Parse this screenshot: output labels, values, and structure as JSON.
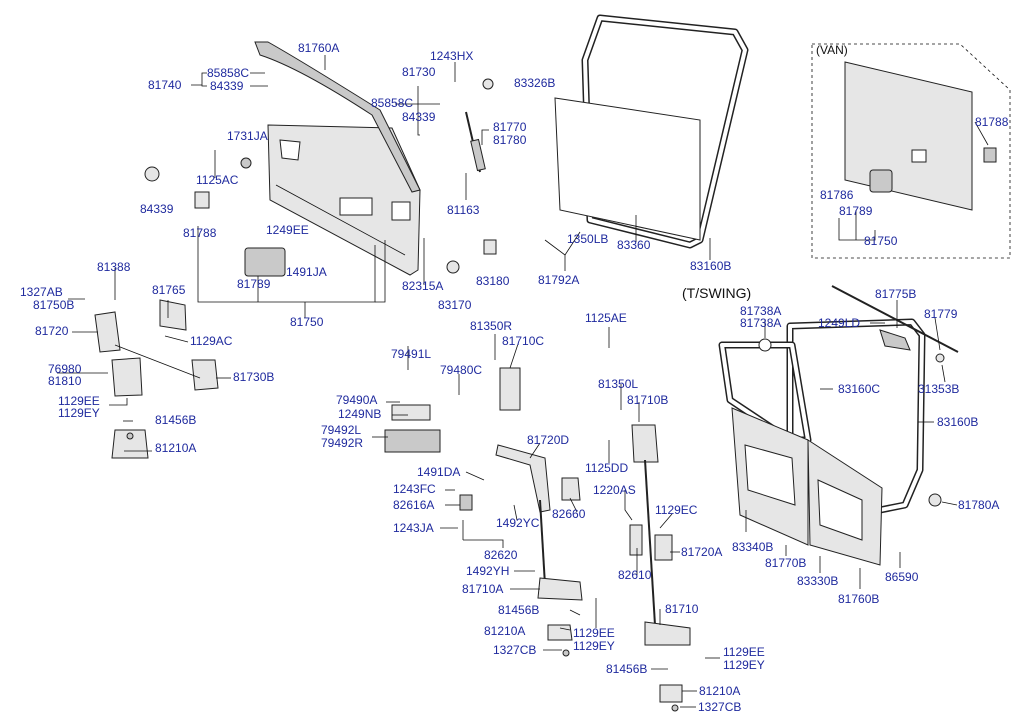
{
  "headers": {
    "van": "(VAN)",
    "tswing": "(T/SWING)"
  },
  "labels": {
    "l_81760A_top": "81760A",
    "l_85858C_a": "85858C",
    "l_84339_a": "84339",
    "l_81740": "81740",
    "l_1243HX": "1243HX",
    "l_81730_top": "81730",
    "l_83326B": "83326B",
    "l_85858C_b": "85858C",
    "l_84339_b": "84339",
    "l_1731JA": "1731JA",
    "l_81770": "81770",
    "l_81780": "81780",
    "l_1125AC": "1125AC",
    "l_84339_c": "84339",
    "l_81163": "81163",
    "l_81788_a": "81788",
    "l_1249EE": "1249EE",
    "l_1491JA": "1491JA",
    "l_82315A": "82315A",
    "l_83180": "83180",
    "l_81789_a": "81789",
    "l_83170": "83170",
    "l_81750_a": "81750",
    "l_1350LB": "1350LB",
    "l_83360": "83360",
    "l_81792A": "81792A",
    "l_83160B_a": "83160B",
    "l_81788_b": "81788",
    "l_81786": "81786",
    "l_81789_b": "81789",
    "l_81750_b": "81750",
    "l_81388": "81388",
    "l_1327AB": "1327AB",
    "l_81750B": "81750B",
    "l_81765": "81765",
    "l_81720": "81720",
    "l_1129AC": "1129AC",
    "l_76980": "76980",
    "l_81810": "81810",
    "l_81730B": "81730B",
    "l_1129EE_a": "1129EE",
    "l_1129EY_a": "1129EY",
    "l_81456B_a": "81456B",
    "l_81210A_a": "81210A",
    "l_79491L": "79491L",
    "l_81350R": "81350R",
    "l_81710C": "81710C",
    "l_79480C": "79480C",
    "l_79490A": "79490A",
    "l_1249NB": "1249NB",
    "l_79492L": "79492L",
    "l_79492R": "79492R",
    "l_1125AE": "1125AE",
    "l_81350L": "81350L",
    "l_81710B": "81710B",
    "l_81720D": "81720D",
    "l_1125DD": "1125DD",
    "l_1491DA": "1491DA",
    "l_1243FC": "1243FC",
    "l_82616A": "82616A",
    "l_1243JA": "1243JA",
    "l_82660": "82660",
    "l_1220AS": "1220AS",
    "l_1129EC": "1129EC",
    "l_1492YC": "1492YC",
    "l_82620": "82620",
    "l_81720A": "81720A",
    "l_82610": "82610",
    "l_1492YH": "1492YH",
    "l_81710A": "81710A",
    "l_81456B_b": "81456B",
    "l_81210A_b": "81210A",
    "l_1129EE_b": "1129EE",
    "l_1129EY_b": "1129EY",
    "l_1327CB_a": "1327CB",
    "l_81710": "81710",
    "l_1129EE_c": "1129EE",
    "l_1129EY_c": "1129EY",
    "l_81456B_c": "81456B",
    "l_81210A_c": "81210A",
    "l_1327CB_b": "1327CB",
    "l_81775B": "81775B",
    "l_81738A_a": "81738A",
    "l_81738A_b": "81738A",
    "l_1249LD": "1249LD",
    "l_81779": "81779",
    "l_83160C": "83160C",
    "l_31353B": "31353B",
    "l_83160B_b": "83160B",
    "l_81780A": "81780A",
    "l_83340B": "83340B",
    "l_81770B": "81770B",
    "l_83330B": "83330B",
    "l_81760B": "81760B",
    "l_86590": "86590"
  }
}
